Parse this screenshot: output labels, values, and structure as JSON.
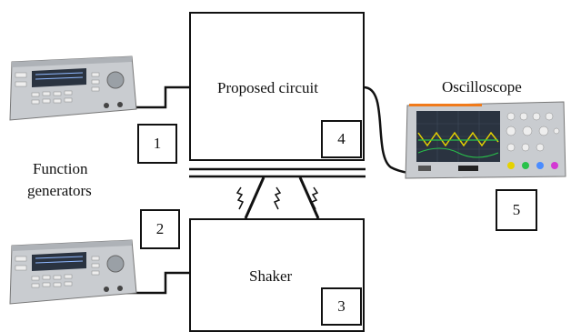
{
  "blocks": {
    "proposed_circuit": "Proposed circuit",
    "shaker": "Shaker",
    "oscilloscope": "Oscilloscope",
    "function_generators_line1": "Function",
    "function_generators_line2": "generators"
  },
  "markers": [
    "1",
    "2",
    "3",
    "4",
    "5"
  ],
  "colors": {
    "line": "#111111",
    "instrument_body": "#c9ccd0",
    "screen": "#2a3340",
    "scope_trace_yellow": "#e6d200",
    "scope_trace_green": "#29c24a"
  }
}
